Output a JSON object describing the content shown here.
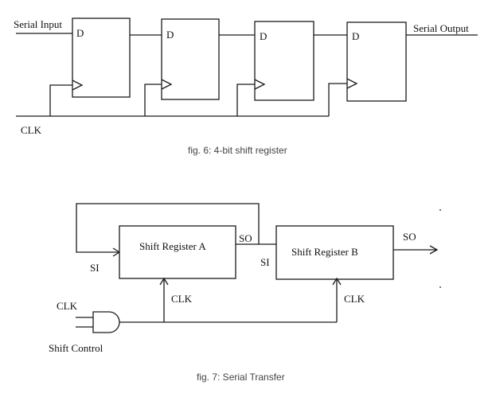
{
  "fig6": {
    "serial_input_label": "Serial Input",
    "serial_output_label": "Serial Output",
    "clk_label": "CLK",
    "flipflop_d_labels": [
      "D",
      "D",
      "D",
      "D"
    ],
    "caption": "fig. 6: 4-bit shift register"
  },
  "fig7": {
    "register_a_label": "Shift Register A",
    "register_b_label": "Shift Register B",
    "si_a_label": "SI",
    "so_a_label": "SO",
    "si_b_label": "SI",
    "so_b_label": "SO",
    "clk_a_label": "CLK",
    "clk_b_label": "CLK",
    "gate_clk_label": "CLK",
    "shift_control_label": "Shift Control",
    "caption": "fig. 7: Serial Transfer"
  },
  "colors": {
    "ink": "#1a1a1a",
    "caption": "#444444",
    "background": "#ffffff"
  }
}
